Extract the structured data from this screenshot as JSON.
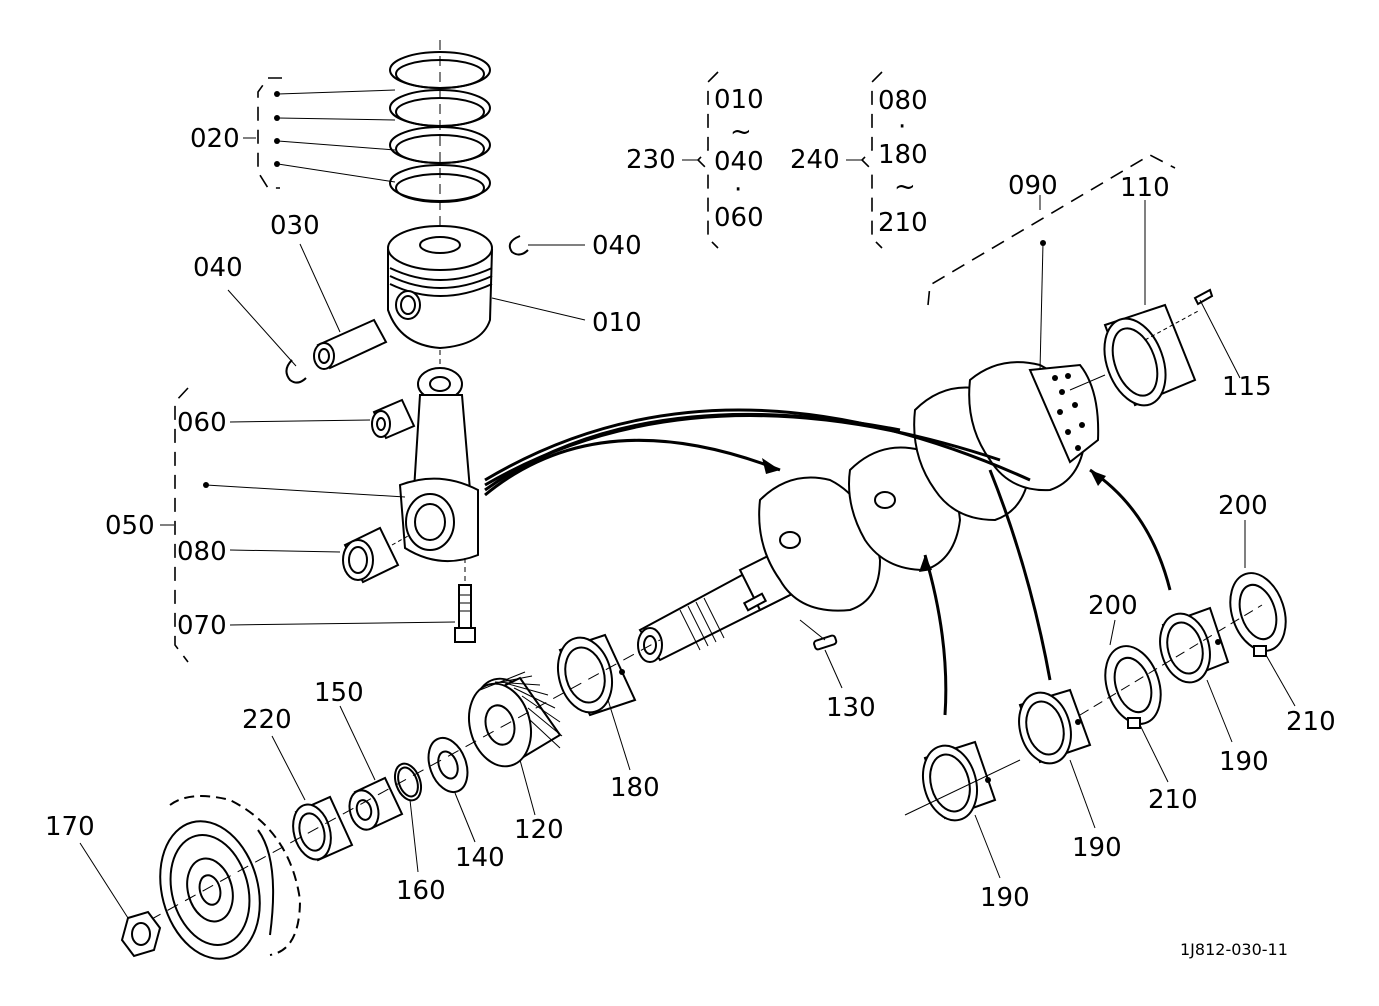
{
  "diagram": {
    "callouts": {
      "c020": "020",
      "c030": "030",
      "c040_left": "040",
      "c040_right": "040",
      "c010": "010",
      "c060": "060",
      "c050": "050",
      "c080": "080",
      "c070": "070",
      "c230": "230",
      "c240": "240",
      "c090": "090",
      "c110": "110",
      "c115": "115",
      "c130": "130",
      "c180": "180",
      "c120": "120",
      "c140": "140",
      "c160": "160",
      "c150": "150",
      "c220": "220",
      "c170": "170",
      "c200_a": "200",
      "c200_b": "200",
      "c210_a": "210",
      "c210_b": "210",
      "c190_a": "190",
      "c190_b": "190",
      "c190_c": "190"
    },
    "group_230": {
      "start": "010",
      "tilde1": "~",
      "mid": "040",
      "dot": "·",
      "end": "060"
    },
    "group_240": {
      "start": "080",
      "dot": "·",
      "mid": "180",
      "tilde": "~",
      "end": "210"
    },
    "reference": "1J812-030-11"
  }
}
